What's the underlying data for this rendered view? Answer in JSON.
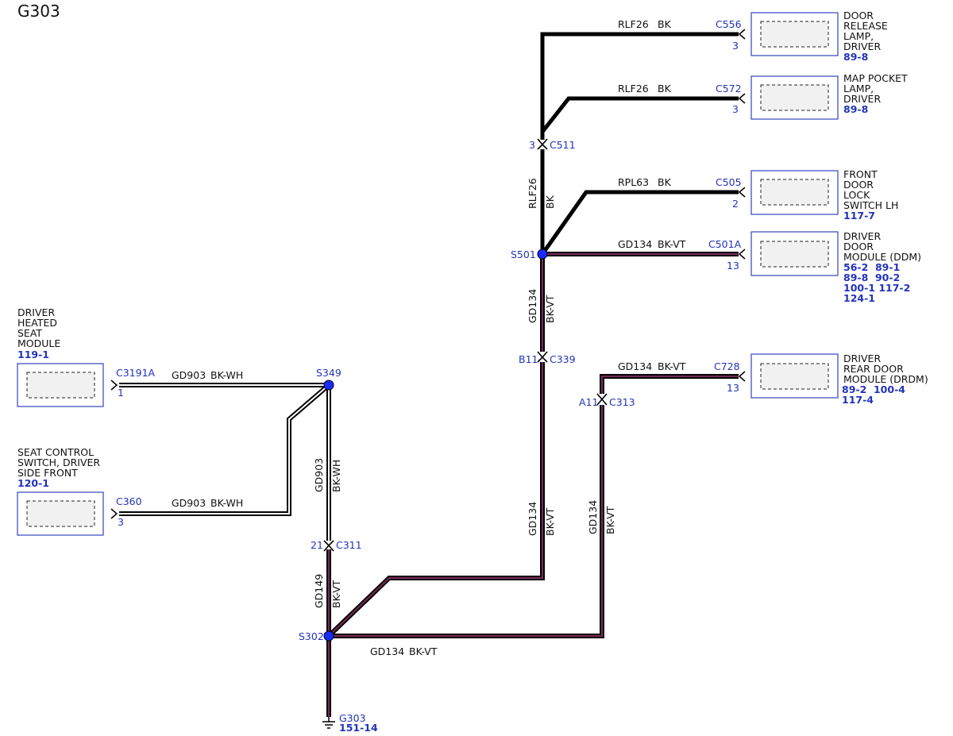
{
  "title": "G303",
  "components": {
    "door_release_lamp": {
      "lines": [
        "DOOR",
        "RELEASE",
        "LAMP,",
        "DRIVER"
      ],
      "refs": [
        "89-8"
      ],
      "connector": "C556",
      "pin": "3"
    },
    "map_pocket_lamp": {
      "lines": [
        "MAP POCKET",
        "LAMP,",
        "DRIVER"
      ],
      "refs": [
        "89-8"
      ],
      "connector": "C572",
      "pin": "3"
    },
    "front_door_lock_switch": {
      "lines": [
        "FRONT",
        "DOOR",
        "LOCK",
        "SWITCH LH"
      ],
      "refs": [
        "117-7"
      ],
      "connector": "C505",
      "pin": "2"
    },
    "driver_door_module": {
      "lines": [
        "DRIVER",
        "DOOR",
        "MODULE (DDM)"
      ],
      "refs": [
        "56-2  89-1",
        "89-8  90-2",
        "100-1 117-2",
        "124-1"
      ],
      "connector": "C501A",
      "pin": "13"
    },
    "driver_rear_door_module": {
      "lines": [
        "DRIVER",
        "REAR DOOR",
        "MODULE (DRDM)"
      ],
      "refs": [
        "89-2  100-4",
        "117-4"
      ],
      "connector": "C728",
      "pin": "13"
    },
    "driver_heated_seat_module": {
      "lines": [
        "DRIVER",
        "HEATED",
        "SEAT",
        "MODULE"
      ],
      "refs": [
        "119-1"
      ],
      "connector": "C3191A",
      "pin": "1"
    },
    "seat_control_switch": {
      "lines": [
        "SEAT CONTROL",
        "SWITCH, DRIVER",
        "SIDE FRONT"
      ],
      "refs": [
        "120-1"
      ],
      "connector": "C360",
      "pin": "3"
    }
  },
  "wires": {
    "c556_circuit": "RLF26",
    "c556_color": "BK",
    "c572_circuit": "RLF26",
    "c572_color": "BK",
    "vertical_rlf26_circuit": "RLF26",
    "vertical_rlf26_color": "BK",
    "c505_circuit": "RPL63",
    "c505_color": "BK",
    "c501a_circuit": "GD134",
    "c501a_color": "BK-VT",
    "s501_down_circuit": "GD134",
    "s501_down_color": "BK-VT",
    "c339_down_circuit": "GD134",
    "c339_down_color": "BK-VT",
    "c728_circuit": "GD134",
    "c728_color": "BK-VT",
    "c313_down_circuit": "GD134",
    "c313_down_color": "BK-VT",
    "c3191a_circuit": "GD903",
    "c3191a_color": "BK-WH",
    "c360_circuit": "GD903",
    "c360_color": "BK-WH",
    "s349_down_circuit": "GD903",
    "s349_down_color": "BK-WH",
    "c311_down_circuit": "GD149",
    "c311_down_color": "BK-VT",
    "s302_bottom_circuit": "GD134",
    "s302_bottom_color": "BK-VT"
  },
  "inline_connectors": {
    "c511": {
      "name": "C511",
      "pin": "3"
    },
    "c339": {
      "name": "C339",
      "pin": "B11"
    },
    "c313": {
      "name": "C313",
      "pin": "A11"
    },
    "c311": {
      "name": "C311",
      "pin": "21"
    }
  },
  "splices": {
    "s501": "S501",
    "s349": "S349",
    "s302": "S302"
  },
  "ground": {
    "name": "G303",
    "ref": "151-14"
  },
  "colors": {
    "wire_bk": "#000000",
    "wire_violet_stripe": "#7a2a5a",
    "wire_white_stripe": "#ffffff",
    "label_blue": "#2233bb",
    "box_border": "#3344bb"
  }
}
